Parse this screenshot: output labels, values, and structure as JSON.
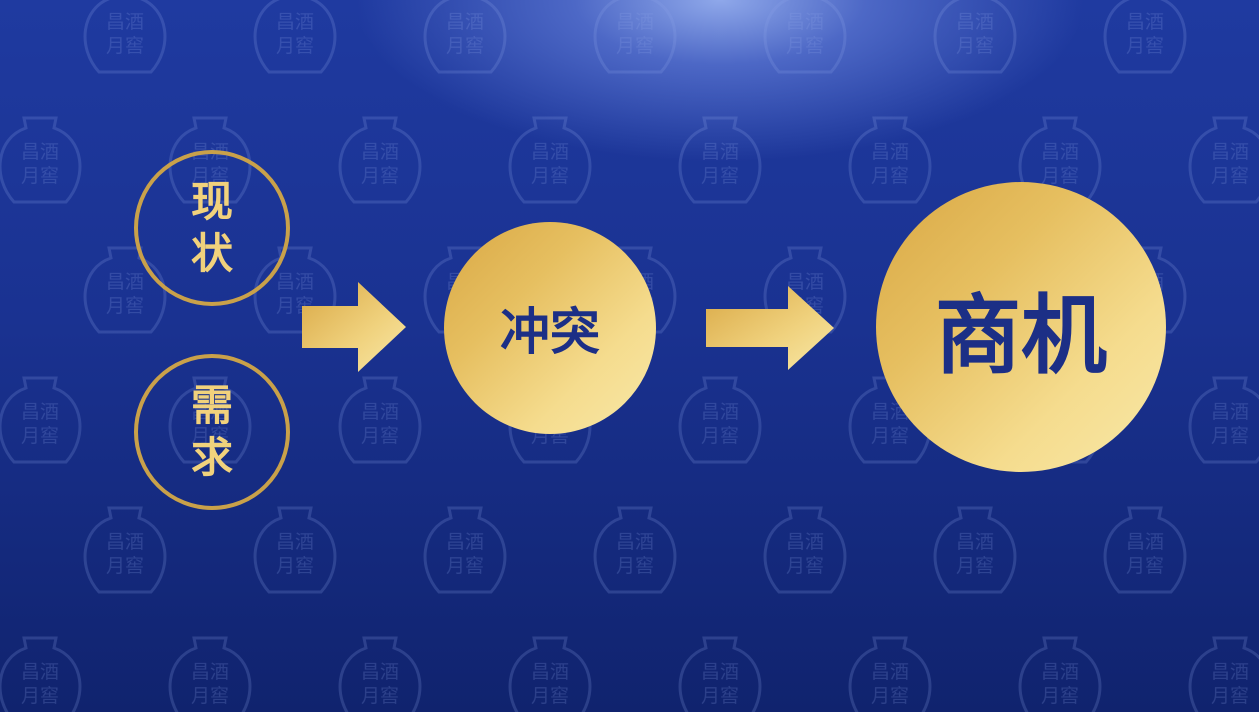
{
  "inputs": [
    {
      "chars": [
        "现",
        "状"
      ]
    },
    {
      "chars": [
        "需",
        "求"
      ]
    }
  ],
  "middle": {
    "label": "冲突"
  },
  "result": {
    "label": "商机"
  },
  "watermark": {
    "line1": "昌酒",
    "line2": "月窖"
  },
  "colors": {
    "background_top": "#1f3aa0",
    "background_bottom": "#10236e",
    "gold_dark": "#d9a845",
    "gold_light": "#f8e8a8",
    "ring_border": "#c9a14a",
    "ring_text": "#f1d27c",
    "navy_text": "#1c2f86"
  }
}
